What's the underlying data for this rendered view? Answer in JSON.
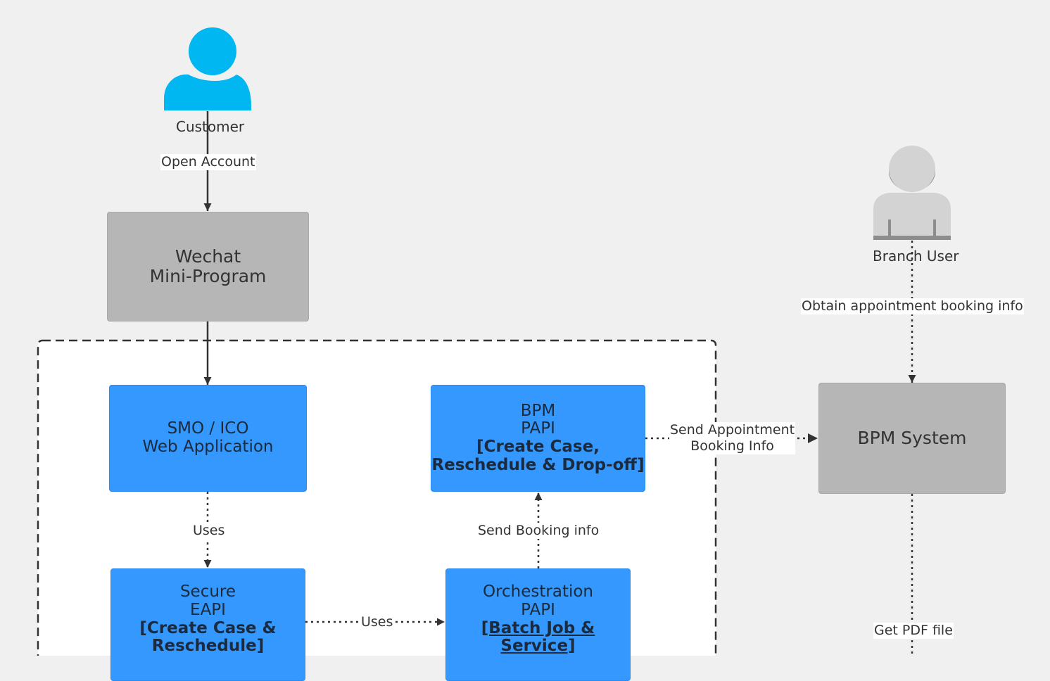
{
  "actors": {
    "customer": {
      "name": "Customer"
    },
    "branch_user": {
      "name": "Branch User"
    }
  },
  "nodes": {
    "wechat": {
      "lines": [
        "Wechat",
        "Mini-Program"
      ]
    },
    "smo": {
      "lines": [
        "SMO / ICO",
        "Web Application"
      ]
    },
    "bpm_papi": {
      "lines": [
        "BPM",
        "PAPI"
      ],
      "tech": [
        "[Create Case,",
        "Reschedule & Drop-off]"
      ]
    },
    "secure_eapi": {
      "lines": [
        "Secure",
        "EAPI"
      ],
      "tech": [
        "[Create Case &",
        "Reschedule]"
      ]
    },
    "orchestration": {
      "lines": [
        "Orchestration",
        "PAPI"
      ],
      "tech": [
        "[Batch Job &",
        "Service]"
      ]
    },
    "bpm_system": {
      "lines": [
        "BPM System"
      ]
    }
  },
  "edges": {
    "open_account": "Open Account",
    "uses_1": "Uses",
    "uses_2": "Uses",
    "send_booking": "Send Booking info",
    "send_appointment": [
      "Send Appointment",
      "Booking Info"
    ],
    "obtain_info": "Obtain appointment booking info",
    "get_pdf": "Get PDF file"
  },
  "colors": {
    "background": "#f0f0f0",
    "container": "#3498fe",
    "external": "#b6b6b6",
    "customer_icon": "#00b7f1",
    "branch_icon": "#d3d3d3"
  }
}
